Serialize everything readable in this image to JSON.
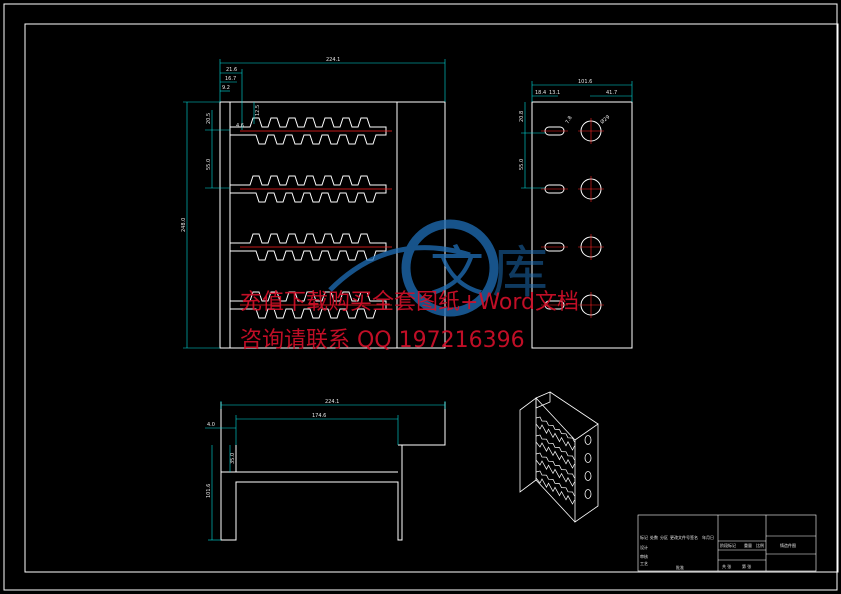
{
  "dimensions": {
    "front": {
      "total_width": "224.1",
      "d_21_6": "21.6",
      "d_16_7": "16.7",
      "d_9_2": "9.2",
      "d_12_5": "12.5",
      "d_20_5": "20.5",
      "d_4_6": "4.6",
      "pitch": "55.0",
      "total_height": "248.0"
    },
    "side": {
      "total_width": "101.6",
      "d_18_4": "18.4",
      "d_13_1": "13.1",
      "d_41_7": "41.7",
      "slot": "7.8",
      "hole": "Ø29",
      "d_20_8": "20.8",
      "pitch": "55.0"
    },
    "bottom": {
      "total_width": "224.1",
      "inner_width": "174.6",
      "d_4_0": "4.0",
      "d_35_0": "35.0",
      "height": "101.6"
    }
  },
  "watermark": {
    "line1": "充值下载购买全套图纸+Word文档",
    "line2": "咨询请联系  QQ 197216396",
    "logo_chars": [
      "文",
      "库"
    ]
  },
  "title_block": {
    "drawing_name": "铸造件图",
    "cells": [
      "标记",
      "处数",
      "分区",
      "更改文件号",
      "签名",
      "年月日",
      "设计",
      "审核",
      "工艺",
      "批准",
      "阶段标记",
      "重量",
      "比例",
      "共 张",
      "第 张"
    ]
  },
  "colors": {
    "line": "#ffffff",
    "dim": "#00e0e0",
    "center": "#ff2020",
    "watermark": "#d1102a",
    "logo": "#1f6fb8",
    "hidden": "#c8c800"
  }
}
